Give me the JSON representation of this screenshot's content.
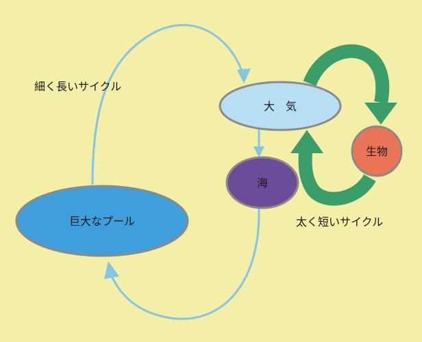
{
  "nodes": {
    "atmosphere": {
      "label": "大　気",
      "color": "#b7def3"
    },
    "ocean": {
      "label": "海",
      "color": "#6a4c9b"
    },
    "biosphere": {
      "label": "生物",
      "color": "#ea7556"
    },
    "reservoir": {
      "label": "巨大なプール",
      "color": "#3f9fdc"
    }
  },
  "cycles": {
    "slow": {
      "label": "細く長いサイクル",
      "color": "#86c4e6"
    },
    "fast": {
      "label": "太く短いサイクル",
      "color": "#3a9e6a"
    }
  },
  "colors": {
    "background": "#f3efa6",
    "outline": "#8a8a8a"
  }
}
